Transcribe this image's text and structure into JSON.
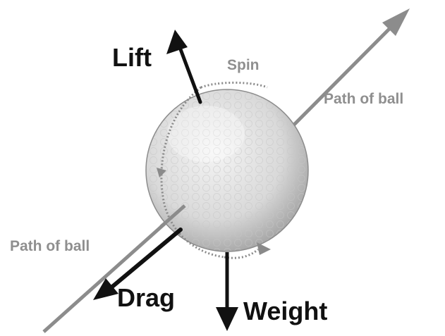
{
  "labels": {
    "lift": "Lift",
    "drag": "Drag",
    "weight": "Weight",
    "spin": "Spin",
    "path_right": "Path of ball",
    "path_left": "Path of ball"
  },
  "colors": {
    "force_arrow": "#111111",
    "force_text": "#111111",
    "path_arrow": "#8c8c8c",
    "spin_dots": "#8a8a8a",
    "grey_text": "#8f8f8f",
    "ball_light": "#f5f5f5",
    "ball_mid": "#d9d9d9",
    "ball_shadow": "#9e9e9e"
  },
  "icons": {
    "ball": "golf-ball-icon"
  }
}
